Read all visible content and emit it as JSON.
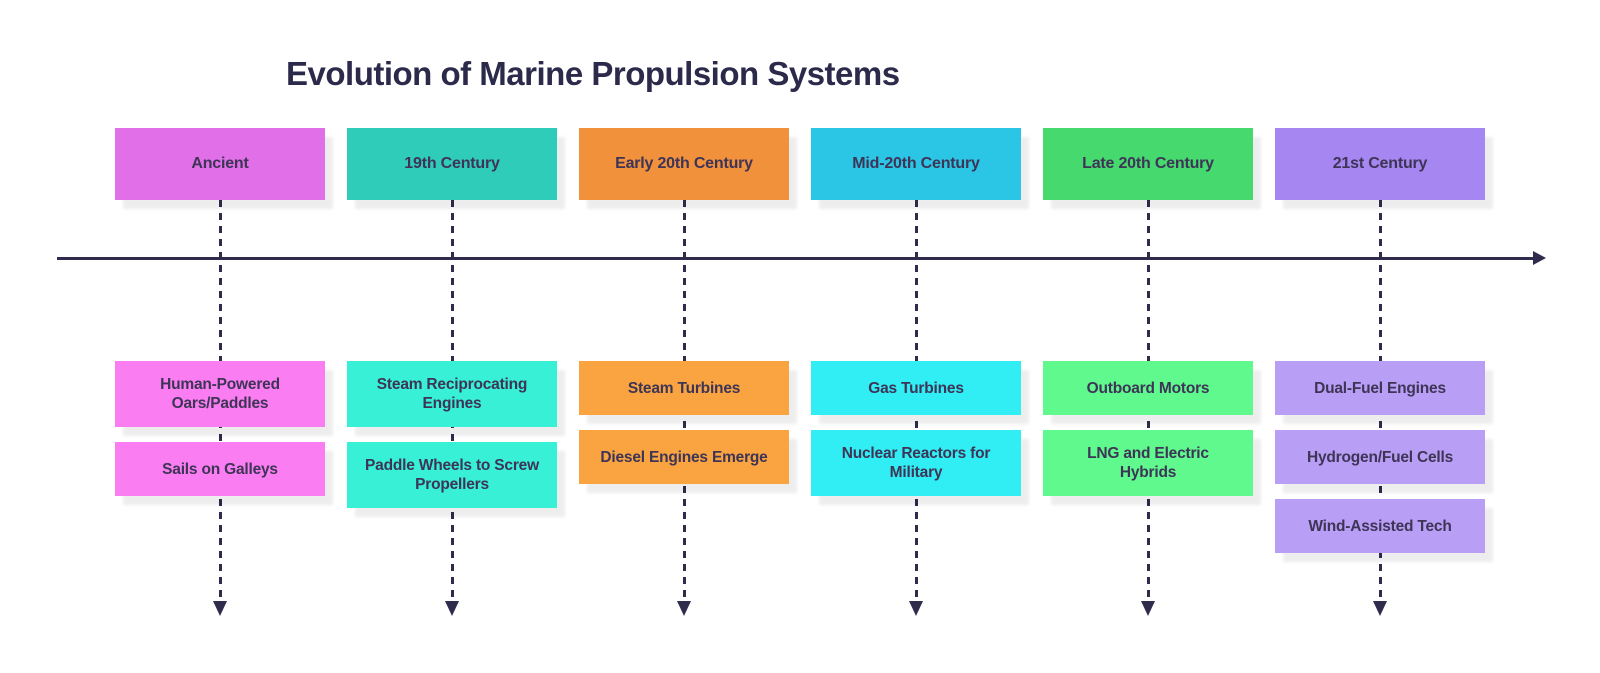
{
  "title": "Evolution of Marine Propulsion Systems",
  "colors": {
    "background": "#ffffff",
    "axis_line": "#2e2b4d",
    "title_text": "#2c2a4a",
    "box_text": "#3d3456"
  },
  "timeline": {
    "direction": "left-to-right",
    "columns": [
      {
        "period": "Ancient",
        "header_color": "#e06fe8",
        "item_color": "#fb7df2",
        "events": [
          "Human-Powered Oars/Paddles",
          "Sails on Galleys"
        ]
      },
      {
        "period": "19th Century",
        "header_color": "#2fccba",
        "item_color": "#38f0d6",
        "events": [
          "Steam Reciprocating Engines",
          "Paddle Wheels to Screw Propellers"
        ]
      },
      {
        "period": "Early 20th Century",
        "header_color": "#f2913c",
        "item_color": "#f9a440",
        "events": [
          "Steam Turbines",
          "Diesel Engines Emerge"
        ]
      },
      {
        "period": "Mid-20th Century",
        "header_color": "#2bc5e6",
        "item_color": "#31edf4",
        "events": [
          "Gas Turbines",
          "Nuclear Reactors for Military"
        ]
      },
      {
        "period": "Late 20th Century",
        "header_color": "#46d96e",
        "item_color": "#5ff98d",
        "events": [
          "Outboard Motors",
          "LNG and Electric Hybrids"
        ]
      },
      {
        "period": "21st Century",
        "header_color": "#a686f0",
        "item_color": "#b99ef5",
        "events": [
          "Dual-Fuel Engines",
          "Hydrogen/Fuel Cells",
          "Wind-Assisted Tech"
        ]
      }
    ]
  }
}
